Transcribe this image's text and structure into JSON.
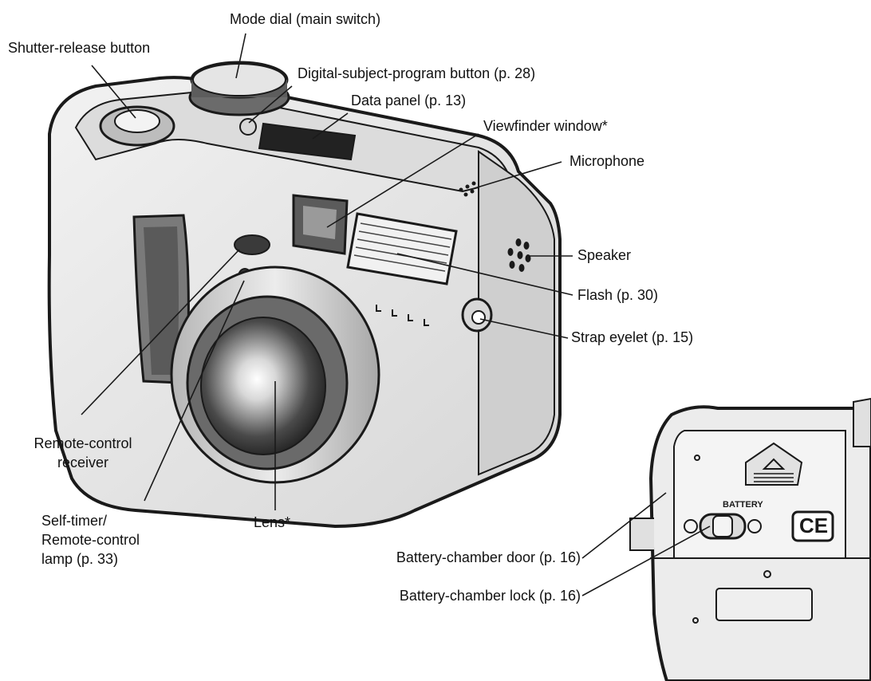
{
  "labels": {
    "mode_dial": "Mode dial (main switch)",
    "shutter_release": "Shutter-release button",
    "digital_subject_program": "Digital-subject-program button (p. 28)",
    "data_panel": "Data panel (p. 13)",
    "viewfinder_window": "Viewfinder window*",
    "microphone": "Microphone",
    "speaker": "Speaker",
    "flash": "Flash (p. 30)",
    "strap_eyelet": "Strap eyelet (p. 15)",
    "remote_receiver_1": "Remote-control",
    "remote_receiver_2": "receiver",
    "self_timer_1": "Self-timer/",
    "self_timer_2": "Remote-control",
    "self_timer_3": "lamp (p. 33)",
    "lens": "Lens*",
    "battery_door": "Battery-chamber door (p. 16)",
    "battery_lock": "Battery-chamber lock (p. 16)"
  },
  "markings": {
    "battery": "BATTERY"
  },
  "colors": {
    "outline": "#1a1a1a",
    "body_light": "#e8e8e8",
    "body_mid": "#c9c9c9",
    "body_dark": "#8a8a8a",
    "black": "#111111"
  }
}
